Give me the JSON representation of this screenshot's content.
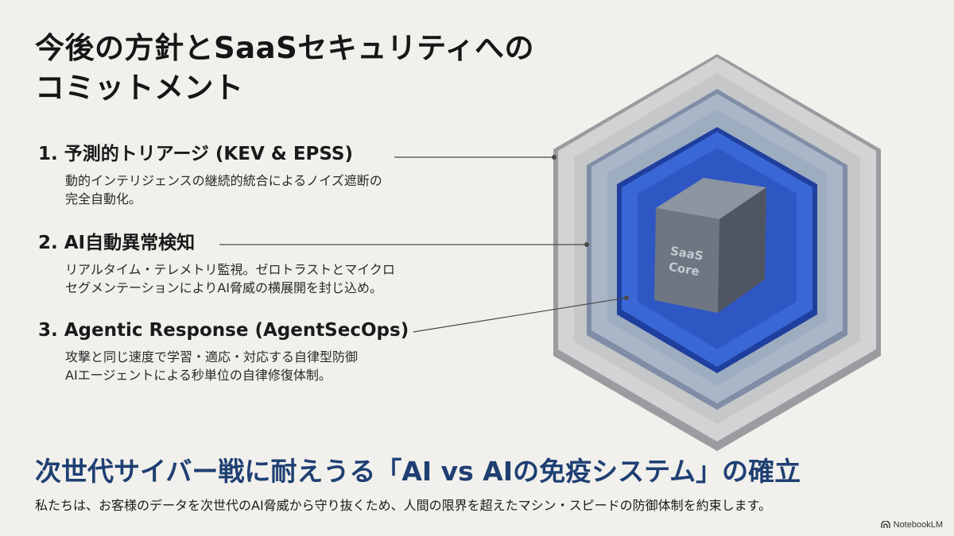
{
  "title": {
    "line1": "今後の方針とSaaSセキュリティへの",
    "line2": "コミットメント"
  },
  "items": [
    {
      "heading": "1. 予測的トリアージ (KEV & EPSS)",
      "desc_line1": "動的インテリジェンスの継続的統合によるノイズ遮断の",
      "desc_line2": "完全自動化。"
    },
    {
      "heading": "2. AI自動異常検知",
      "desc_line1": "リアルタイム・テレメトリ監視。ゼロトラストとマイクロ",
      "desc_line2": "セグメンテーションによりAI脅威の横展開を封じ込め。"
    },
    {
      "heading": "3. Agentic Response (AgentSecOps)",
      "desc_line1": "攻撃と同じ速度で学習・適応・対応する自律型防御",
      "desc_line2": "AIエージェントによる秒単位の自律修復体制。"
    }
  ],
  "diagram": {
    "core_line1": "SaaS",
    "core_line2": "Core",
    "colors": {
      "outer": "#c9cbcc",
      "middle": "#a9b6c8",
      "inner_blue": "#3a67d6",
      "cube_front": "#6e7682",
      "leader_line": "#444444"
    }
  },
  "conclusion": {
    "headline": "次世代サイバー戦に耐えうる「AI vs AIの免疫システム」の確立",
    "body": "私たちは、お客様のデータを次世代のAI脅威から守り抜くため、人間の限界を超えたマシン・スピードの防御体制を約束します。"
  },
  "brand": {
    "label": "NotebookLM",
    "icon": "notebooklm-icon"
  }
}
